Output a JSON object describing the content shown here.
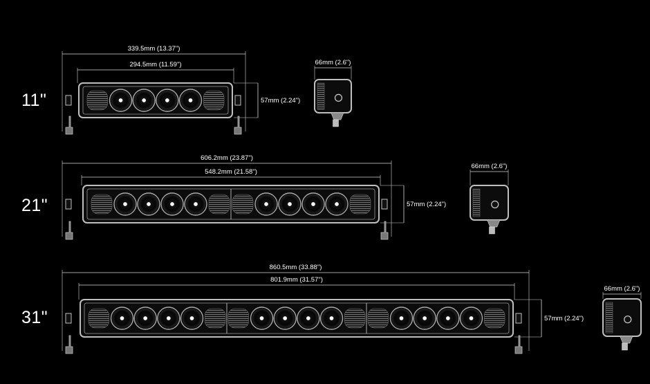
{
  "rows": [
    {
      "size_label": "11\"",
      "overall_length": "339.5mm (13.37\")",
      "body_length": "294.5mm (11.59\")",
      "height": "57mm (2.24\")",
      "depth": "66mm (2.6\")",
      "modules": 1
    },
    {
      "size_label": "21\"",
      "overall_length": "606.2mm (23.87\")",
      "body_length": "548.2mm (21.58\")",
      "height": "57mm (2.24\")",
      "depth": "66mm (2.6\")",
      "modules": 2
    },
    {
      "size_label": "31\"",
      "overall_length": "860.5mm (33.88\")",
      "body_length": "801.9mm (31.57\")",
      "height": "57mm (2.24\")",
      "depth": "66mm (2.6\")",
      "modules": 3
    }
  ],
  "colors": {
    "background": "#000000",
    "line": "#d8d8d8",
    "housing": "#bfbfbf"
  }
}
